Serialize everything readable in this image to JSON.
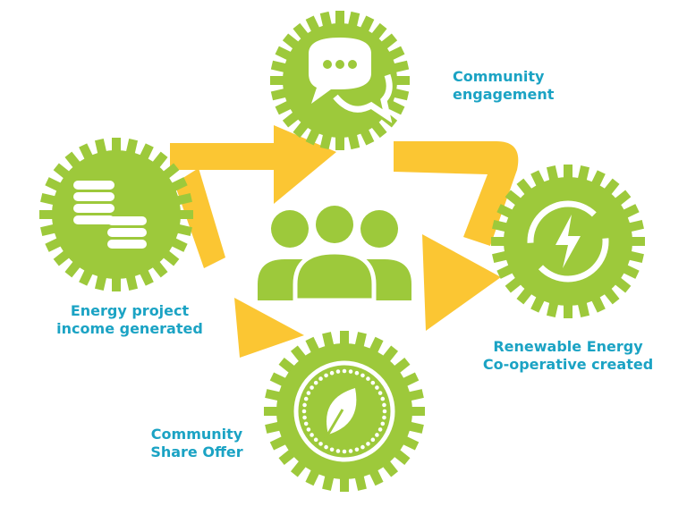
{
  "colors": {
    "gear": "#9dc93b",
    "arrow": "#fbc633",
    "text": "#1ba3c4"
  },
  "nodes": [
    {
      "id": "engagement",
      "label_lines": [
        "Community",
        "engagement"
      ],
      "icon": "speech-bubbles-icon"
    },
    {
      "id": "income",
      "label_lines": [
        "Energy project",
        "income generated"
      ],
      "icon": "coins-icon"
    },
    {
      "id": "renewable",
      "label_lines": [
        "Renewable Energy",
        "Co-operative created"
      ],
      "icon": "renewable-energy-icon"
    },
    {
      "id": "share",
      "label_lines": [
        "Community",
        "Share Offer"
      ],
      "icon": "leaf-icon"
    }
  ],
  "center_icon": "people-group-icon"
}
